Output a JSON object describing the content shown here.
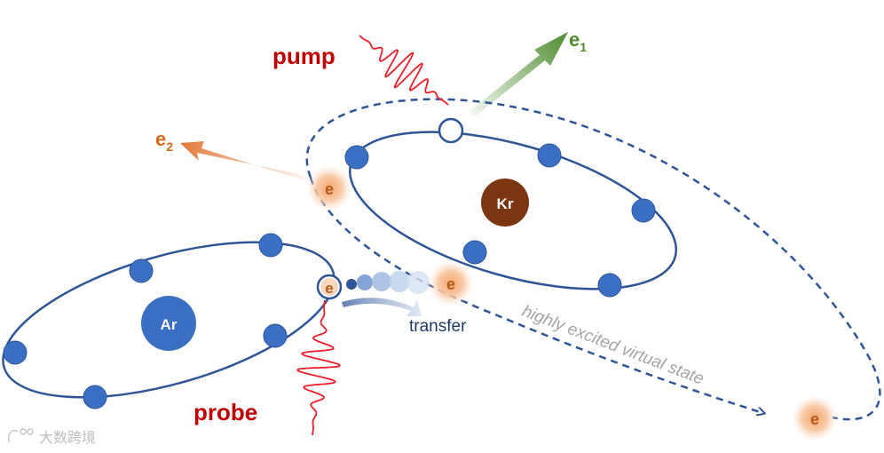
{
  "labels": {
    "pump": "pump",
    "probe": "probe",
    "e1_base": "e",
    "e1_sub": "1",
    "e2_base": "e",
    "e2_sub": "2",
    "kr": "Kr",
    "ar": "Ar",
    "electron": "e",
    "transfer": "transfer",
    "virtual_state": "highly excited virtual state"
  },
  "watermark": {
    "text": "大数跨境"
  },
  "colors": {
    "orbit": "#2f5597",
    "electron": "#3a6fc4",
    "pump_probe_text": "#c00000",
    "wave": "#e8202a",
    "e1_arrow": "#4e8b2e",
    "e2_arrow": "#e07a3a",
    "kr_nucleus": "#7b3510",
    "ar_nucleus": "#3a6fc4",
    "excited_electron": "#f4a46a",
    "virtual_state_text": "#a6a6a6",
    "transfer_text": "#1f3864"
  }
}
